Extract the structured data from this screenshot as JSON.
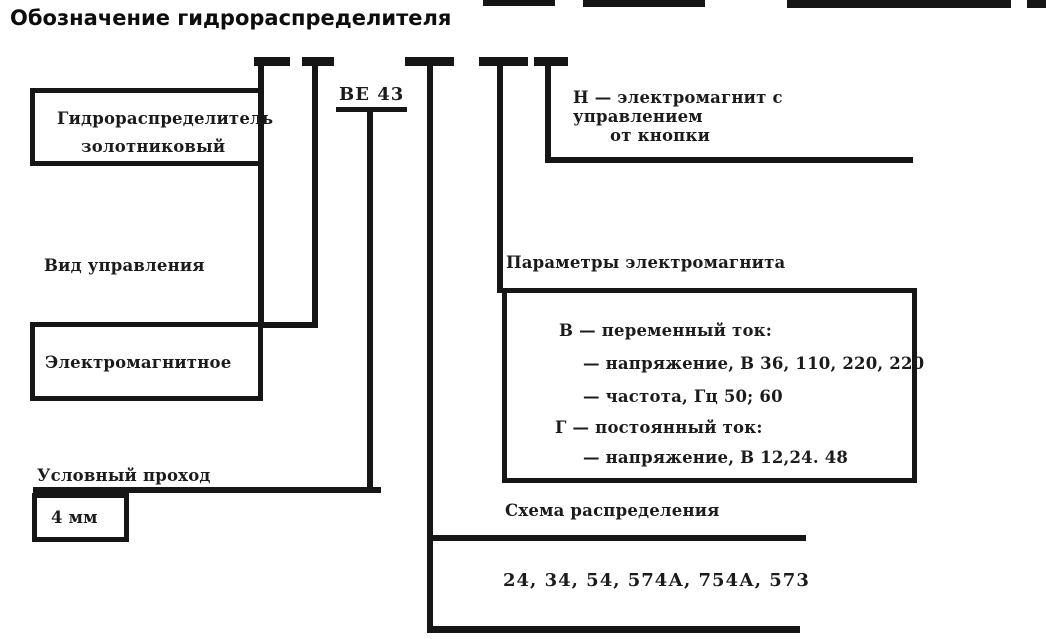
{
  "title": "Обозначение гидрораспределителя",
  "diagram": {
    "code_label": "ВЕ 43",
    "hydro_box": {
      "line1": "Гидрораспределитель",
      "line2": "золотниковый"
    },
    "button_note": {
      "line1": "Н — электромагнит с управлением",
      "line2": "от кнопки"
    },
    "control": {
      "label": "Вид управления",
      "value": "Электромагнитное"
    },
    "electromagnet": {
      "label": "Параметры электромагнита",
      "lines": [
        "В — переменный ток:",
        "— напряжение, В 36, 110, 220, 220",
        "— частота, Гц 50; 60",
        "Г — постоянный ток:",
        "— напряжение, В 12,24. 48"
      ]
    },
    "bore": {
      "label": "Условный проход",
      "value": "4 мм"
    },
    "schema": {
      "label": "Схема распределения",
      "values": "24, 34, 54, 574А, 754А, 573"
    },
    "colors": {
      "ink": "#161616",
      "paper": "#ffffff",
      "title_text": "#0d0d0d"
    }
  }
}
